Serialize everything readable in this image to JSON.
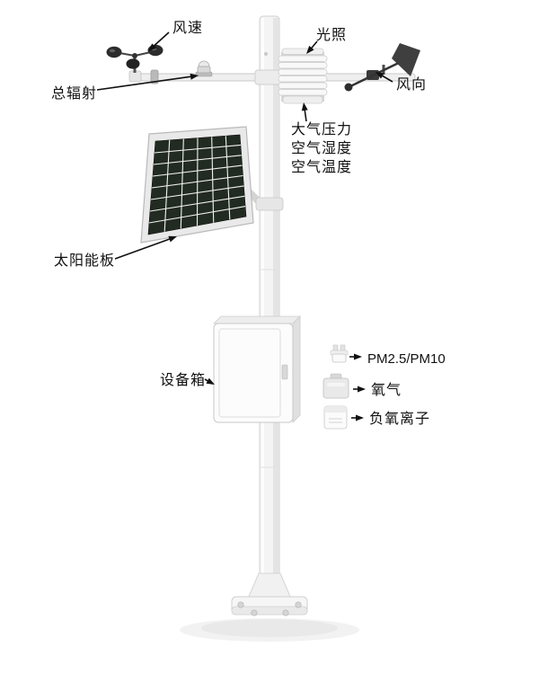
{
  "labels": {
    "wind_speed": "风速",
    "light": "光照",
    "total_radiation": "总辐射",
    "wind_direction": "风向",
    "air_pressure": "大气压力",
    "air_humidity": "空气湿度",
    "air_temperature": "空气温度",
    "solar_panel": "太阳能板",
    "equipment_box": "设备箱",
    "pm": "PM2.5/PM10",
    "oxygen": "氧气",
    "negative_oxygen_ion": "负氧离子"
  },
  "colors": {
    "background": "#ffffff",
    "label_text": "#111111",
    "arrow": "#111111",
    "pole": "#f4f4f4",
    "solar_cell": "#232b22",
    "dark_parts": "#2f2f2f"
  }
}
